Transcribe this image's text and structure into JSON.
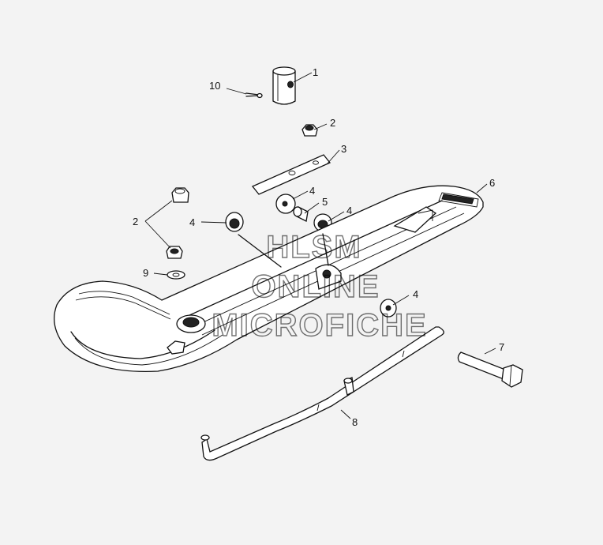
{
  "diagram": {
    "callouts": [
      {
        "id": "c1",
        "text": "1"
      },
      {
        "id": "c2a",
        "text": "2"
      },
      {
        "id": "c2b",
        "text": "2"
      },
      {
        "id": "c3",
        "text": "3"
      },
      {
        "id": "c4a",
        "text": "4"
      },
      {
        "id": "c4b",
        "text": "4"
      },
      {
        "id": "c4c",
        "text": "4"
      },
      {
        "id": "c4d",
        "text": "4"
      },
      {
        "id": "c5",
        "text": "5"
      },
      {
        "id": "c6",
        "text": "6"
      },
      {
        "id": "c7",
        "text": "7"
      },
      {
        "id": "c8",
        "text": "8"
      },
      {
        "id": "c9",
        "text": "9"
      },
      {
        "id": "c10",
        "text": "10"
      }
    ],
    "watermark": {
      "line1": "HLSM",
      "line2": "ONLINE",
      "line3": "MICROFICHE"
    },
    "colors": {
      "background": "#f3f3f3",
      "ink": "#111111"
    }
  }
}
